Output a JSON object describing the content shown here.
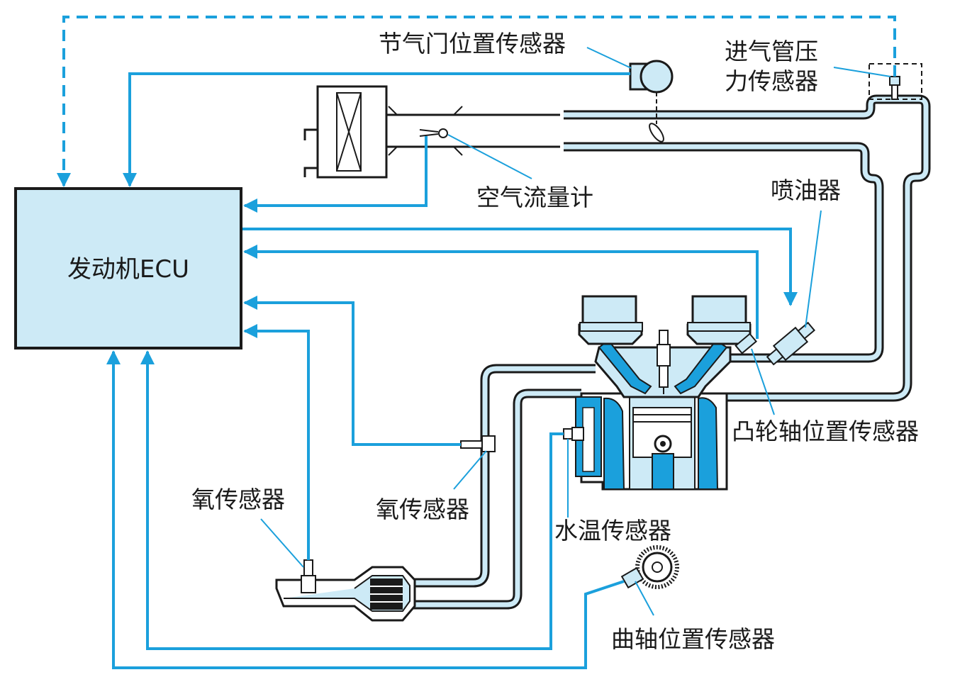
{
  "ecu": {
    "label": "发动机ECU"
  },
  "labels": {
    "throttle_position_sensor": "节气门位置传感器",
    "intake_pressure_sensor_line1": "进气管压",
    "intake_pressure_sensor_line2": "力传感器",
    "air_flow_meter": "空气流量计",
    "injector": "喷油器",
    "camshaft_position_sensor": "凸轮轴位置传感器",
    "oxygen_sensor_left": "氧传感器",
    "oxygen_sensor_mid": "氧传感器",
    "coolant_temp_sensor": "水温传感器",
    "crankshaft_position_sensor": "曲轴位置传感器"
  },
  "colors": {
    "signal_line": "#1ba0dc",
    "component_fill": "#cdeaf6",
    "outline": "#1a1a1a",
    "background": "#ffffff"
  }
}
